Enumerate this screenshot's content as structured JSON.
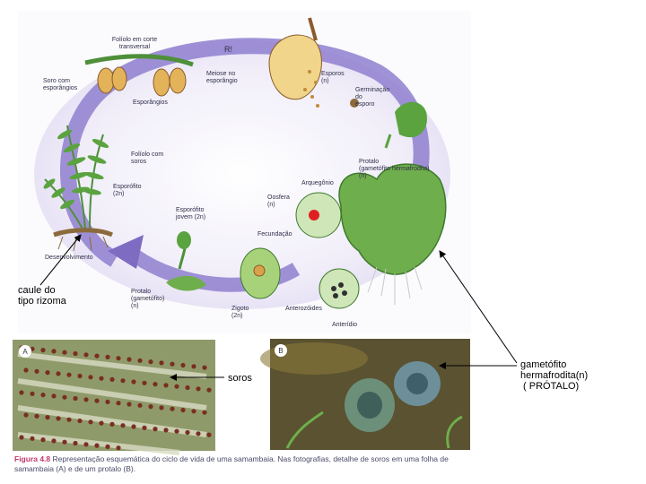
{
  "cycle_labels": {
    "foliolo_corte": "Folíolo em corte\ntransversal",
    "r": "R!",
    "soro_esporangios": "Soro com\nesporângios",
    "meiose": "Meiose no\nesporângio",
    "esporos": "Esporos\n(n)",
    "esporangios": "Esporângios",
    "germinacao": "Germinação\ndo\nesporo",
    "foliolo_soros": "Folíolo com\nsoros",
    "protalo_gametofito": "Protalo\n(gametófito hermafrodita)\n(n)",
    "esporofito": "Esporófito\n(2n)",
    "arquegonio": "Arquegônio",
    "oosfera": "Oosfera\n(n)",
    "esporofito_jovem": "Esporófito\njovem (2n)",
    "fecundacao": "Fecundação",
    "desenvolvimento": "Desenvolvimento",
    "protalo_n": "Protalo\n(gametófito)\n(n)",
    "zigoto": "Zigoto\n(2n)",
    "anterozoides": "Anterozóides",
    "anteridio": "Anterídio"
  },
  "photo_labels": {
    "a": "A",
    "b": "B"
  },
  "annotations": {
    "caule": "caule do\ntipo rizoma",
    "soros": "soros",
    "gametofito": "gametófito\nhermafrodita(n)\n ( PRÓTALO)"
  },
  "caption": {
    "figure": "Figura 4.8",
    "text": "Representação esquemática do ciclo de vida de uma samambaia. Nas fotografias, detalhe de soros em uma folha de samambaia (A) e de um protalo (B)."
  },
  "colors": {
    "cycle_arrow": "#8f7fcf",
    "cycle_fill": "#eeeaf7",
    "plant_green": "#4f8f3a",
    "sporangium": "#e3b35a",
    "photo_a_bg": "#8f9a6a",
    "photo_b_bg": "#5a5230",
    "caption_title": "#c0396b"
  }
}
